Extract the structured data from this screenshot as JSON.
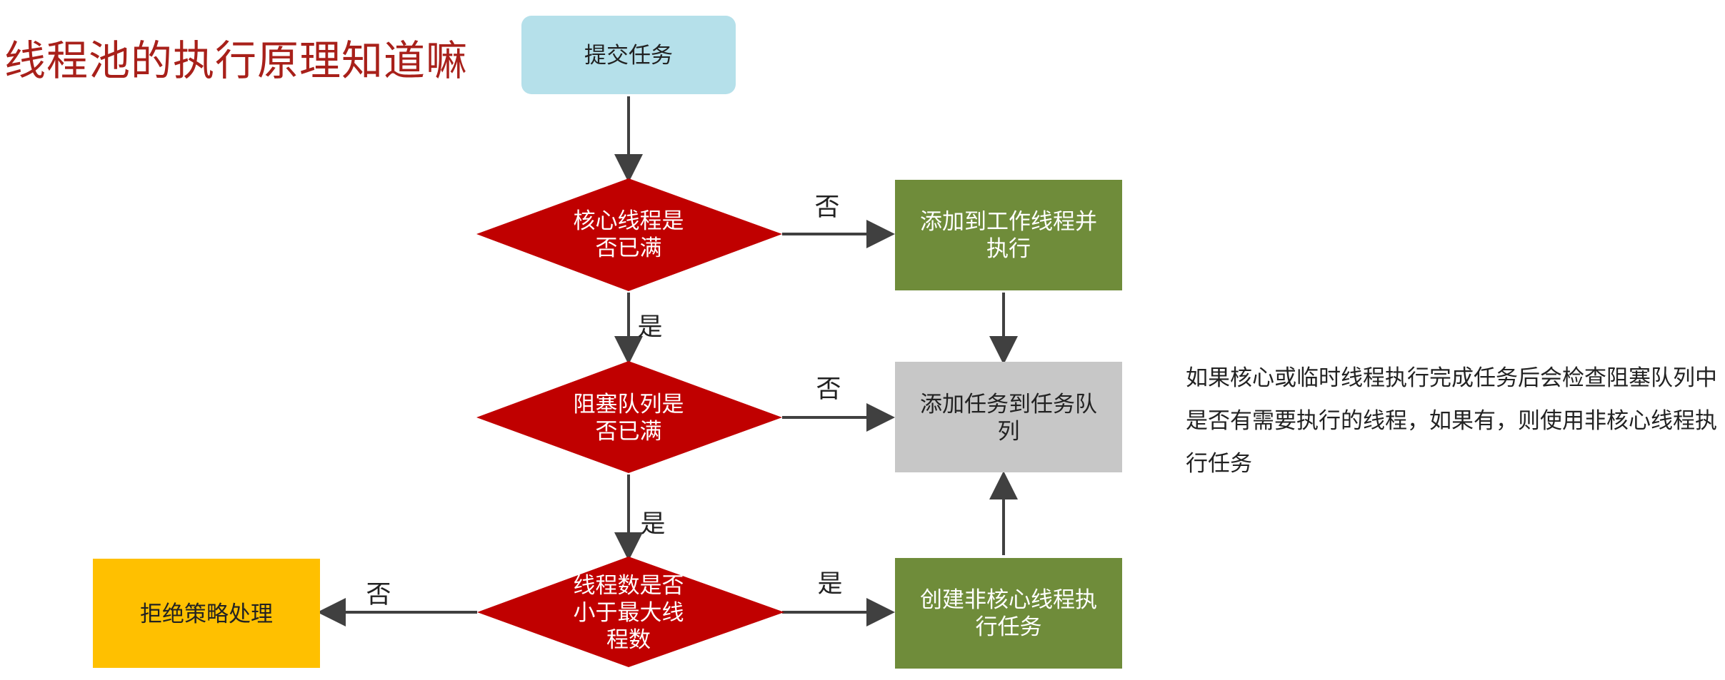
{
  "page": {
    "title": "线程池的执行原理知道嘛",
    "note": "如果核心或临时线程执行完成任务后会检查阻塞队列中是否有需要执行的线程，如果有，则使用非核心线程执行任务"
  },
  "colors": {
    "title": "#a8201a",
    "start_fill": "#b5e0ea",
    "decision_fill": "#c00000",
    "action_fill": "#6f8c3a",
    "queue_fill": "#c7c7c7",
    "reject_fill": "#ffc000",
    "arrow": "#404040"
  },
  "nodes": {
    "start": {
      "lines": [
        "提交任务"
      ]
    },
    "d_core": {
      "lines": [
        "核心线程是",
        "否已满"
      ]
    },
    "add_worker": {
      "lines": [
        "添加到工作线程并",
        "执行"
      ]
    },
    "d_queue": {
      "lines": [
        "阻塞队列是",
        "否已满"
      ]
    },
    "add_queue": {
      "lines": [
        "添加任务到任务队",
        "列"
      ]
    },
    "d_max": {
      "lines": [
        "线程数是否",
        "小于最大线",
        "程数"
      ]
    },
    "create_noncore": {
      "lines": [
        "创建非核心线程执",
        "行任务"
      ]
    },
    "reject": {
      "lines": [
        "拒绝策略处理"
      ]
    }
  },
  "edges": {
    "core_no": "否",
    "core_yes": "是",
    "queue_no": "否",
    "queue_yes": "是",
    "max_yes": "是",
    "max_no": "否"
  }
}
